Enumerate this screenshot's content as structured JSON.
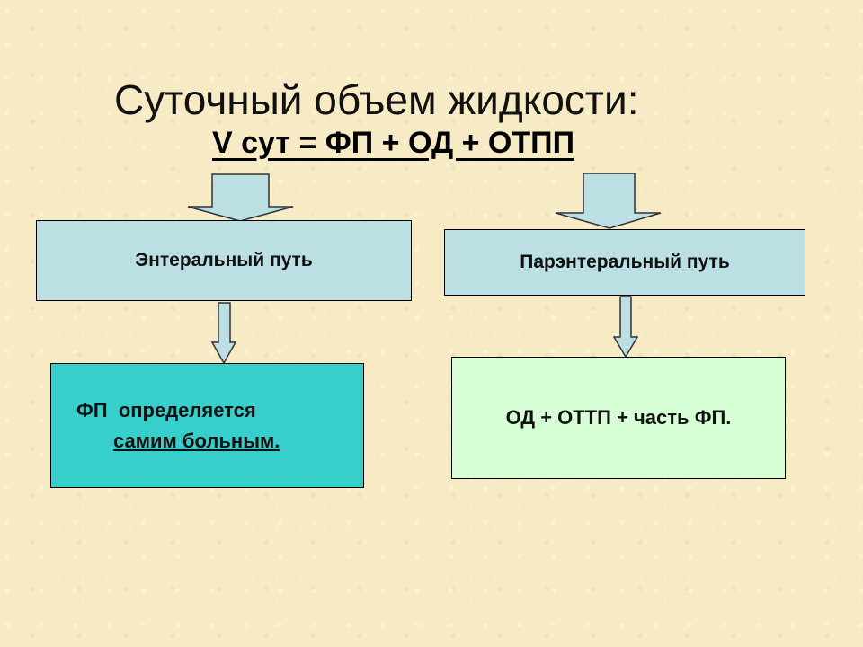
{
  "title": "Суточный объем жидкости:",
  "formula": "V сут = ФП + ОД + ОТПП",
  "boxes": {
    "enteral": "Энтеральный путь",
    "parenteral": "Парэнтеральный путь",
    "fp_line1": "ФП  определяется",
    "fp_line2": "самим больным.",
    "od": "ОД + ОТТП + часть ФП."
  },
  "colors": {
    "background": "#f6ebc4",
    "path_box": "#bcdfe3",
    "fp_box": "#37cfcb",
    "od_box": "#d6ffd6",
    "arrow_fill": "#bcdfe3"
  }
}
